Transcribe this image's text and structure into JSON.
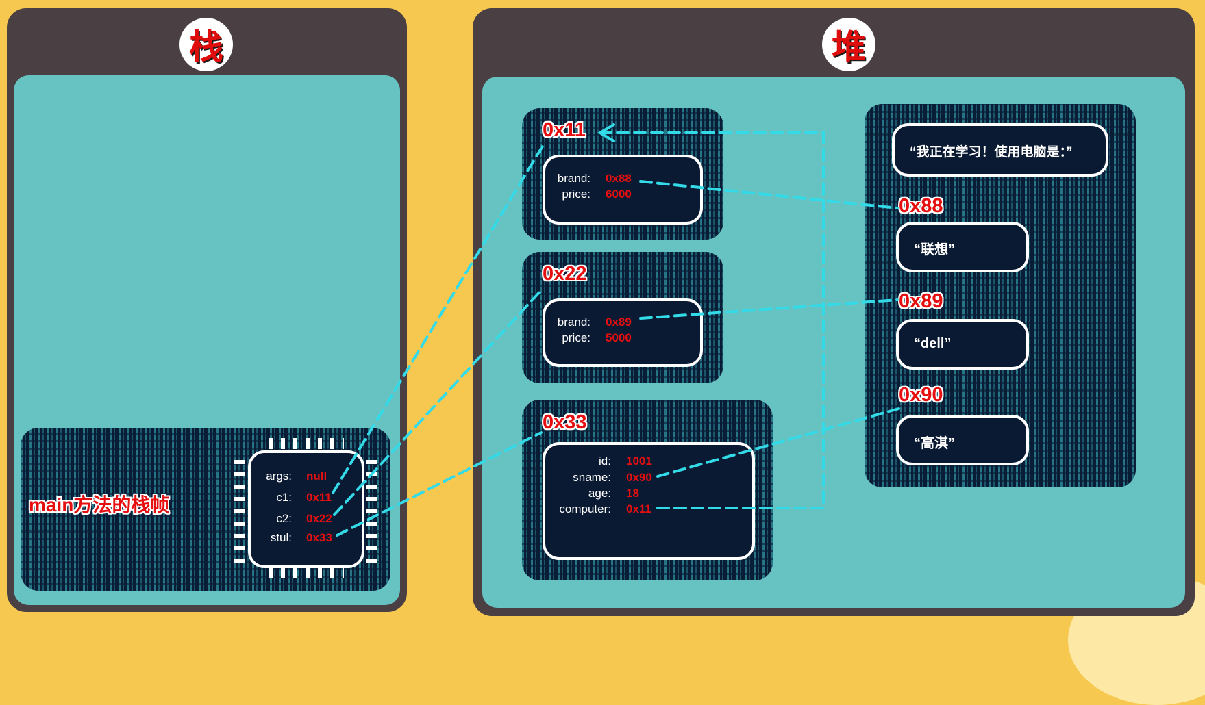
{
  "stack": {
    "title": "栈",
    "frame_label": "main方法的栈帧",
    "vars": [
      {
        "label": "args:",
        "value": "null"
      },
      {
        "label": "c1:",
        "value": "0x11"
      },
      {
        "label": "c2:",
        "value": "0x22"
      },
      {
        "label": "stul:",
        "value": "0x33"
      }
    ]
  },
  "heap": {
    "title": "堆",
    "objects": [
      {
        "address": "0x11",
        "fields": [
          {
            "label": "brand:",
            "value": "0x88"
          },
          {
            "label": "price:",
            "value": "6000"
          }
        ]
      },
      {
        "address": "0x22",
        "fields": [
          {
            "label": "brand:",
            "value": "0x89"
          },
          {
            "label": "price:",
            "value": "5000"
          }
        ]
      },
      {
        "address": "0x33",
        "fields": [
          {
            "label": "id:",
            "value": "1001"
          },
          {
            "label": "sname:",
            "value": "0x90"
          },
          {
            "label": "age:",
            "value": "18"
          },
          {
            "label": "computer:",
            "value": "0x11"
          }
        ]
      }
    ],
    "string_pool": {
      "literal": "“我正在学习！使用电脑是：”",
      "strings": [
        {
          "address": "0x88",
          "value": "“联想”"
        },
        {
          "address": "0x89",
          "value": "“dell”"
        },
        {
          "address": "0x90",
          "value": "“高淇”"
        }
      ]
    }
  },
  "colors": {
    "background": "#f7c84f",
    "panel": "#4a4044",
    "inner": "#67c2c2",
    "address": "#e60f10",
    "link": "#33dbe8"
  }
}
